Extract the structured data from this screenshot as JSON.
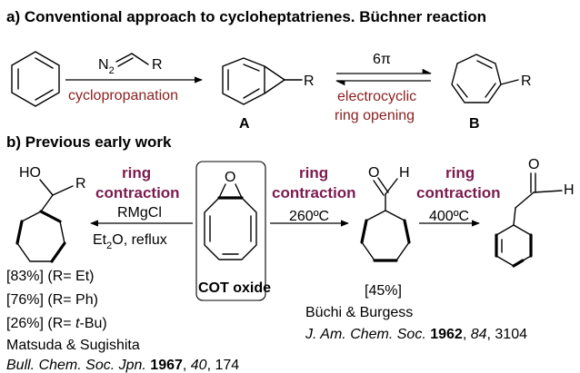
{
  "section_a": {
    "heading": "a) Conventional approach to cycloheptatrienes. Büchner reaction",
    "reagent_n2": "N",
    "reagent_sub": "2",
    "reagent_r": "R",
    "arrow1_label": "cyclopropanation",
    "product_a_r": "R",
    "product_a_label": "A",
    "arrow2_top": "6π",
    "arrow2_bottom_1": "electrocyclic",
    "arrow2_bottom_2": "ring opening",
    "product_b_r": "R",
    "product_b_label": "B"
  },
  "section_b": {
    "heading": "b) Previous early work",
    "left_oh": "HO",
    "left_r": "R",
    "left_ring_1": "ring",
    "left_ring_2": "contraction",
    "left_reagent": "RMgCl",
    "left_cond_et": "Et",
    "left_cond_sub": "2",
    "left_cond_rest": "O, reflux",
    "center_o": "O",
    "center_label": "COT oxide",
    "mid_ring_1": "ring",
    "mid_ring_2": "contraction",
    "mid_temp": "260ºC",
    "mid_o": "O",
    "mid_h": "H",
    "mid_yield": "[45%]",
    "right_ring_1": "ring",
    "right_ring_2": "contraction",
    "right_temp": "400ºC",
    "right_o": "O",
    "right_h": "H",
    "yield_1": "[83%] (R= Et)",
    "yield_2": "[76%] (R= Ph)",
    "yield_3_pre": "[26%] (R= ",
    "yield_3_it": "t",
    "yield_3_post": "-Bu)",
    "ref1_authors": "Matsuda & Sugishita",
    "ref1_journal": "Bull. Chem. Soc. Jpn.",
    "ref1_year": "1967",
    "ref1_vol": "40",
    "ref1_page": ", 174",
    "ref2_authors": "Büchi & Burgess",
    "ref2_journal": "J. Am. Chem. Soc.",
    "ref2_year": "1962",
    "ref2_vol": "84",
    "ref2_page": ", 3104"
  }
}
